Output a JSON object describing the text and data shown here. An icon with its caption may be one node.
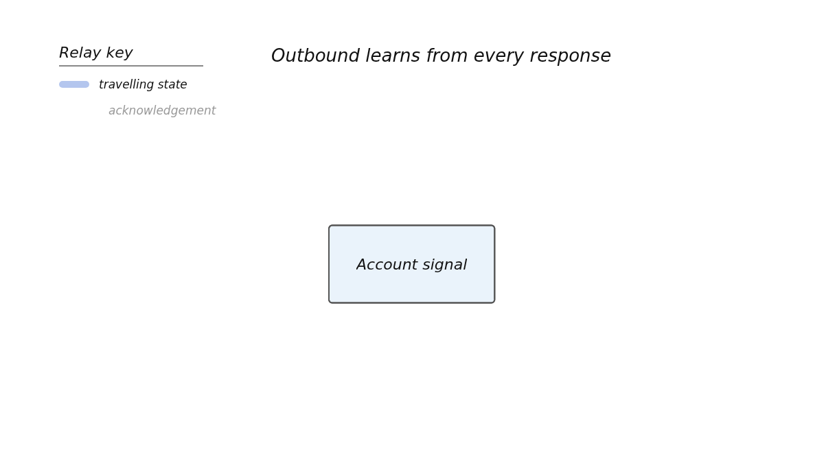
{
  "diagram": {
    "title": "Outbound learns from every response",
    "nodes": [
      {
        "text": [
          "Account signal"
        ]
      }
    ],
    "edges": [],
    "labels": [
      "Relay key"
    ],
    "legend": [
      {
        "text": "travelling state",
        "color": "#b4c6ee"
      },
      {
        "text": "acknowledgement"
      }
    ]
  }
}
